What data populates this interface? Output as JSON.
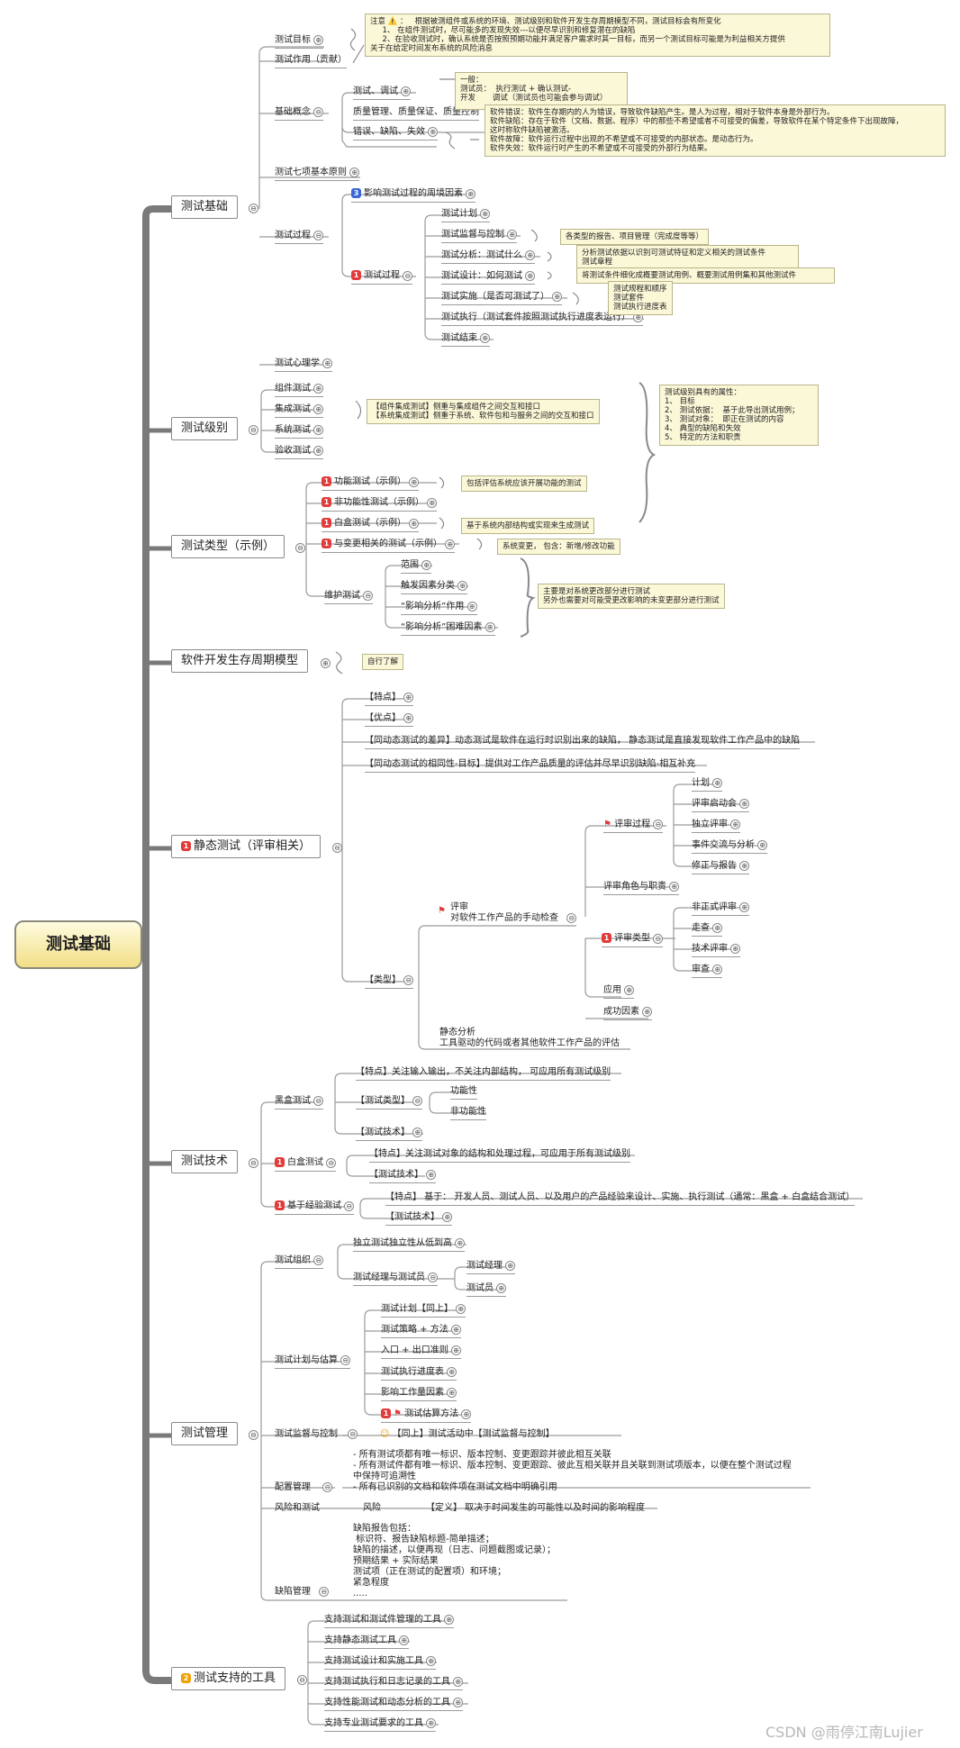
{
  "root": "测试基础",
  "icons": {
    "collapse": "⊖",
    "expand": "⊕"
  },
  "colors": {
    "trunk": "#7a7a7a",
    "note_bg": "#fbf8d8",
    "priority_red": "#e23b3b",
    "priority_blue": "#3a66d6",
    "priority_orange": "#f0a000"
  },
  "b1": {
    "title": "测试基础",
    "goal": "测试目标",
    "role": "测试作用（贡献）",
    "note_goal": "注意 ⚠️ ：   根据被测组件或系统的环境、测试级别和软件开发生存周期模型不同，测试目标会有所变化\n     1、 在组件测试时，尽可能多的发现失效---以便尽早识别和修复潜在的缺陷\n     2、在验收测试时，确认系统是否按照预期功能并满足客户需求时其一目标，而另一个测试目标可能是为利益相关方提供\n关于在给定时间发布系统的风险消息",
    "concept": "基础概念",
    "c1": "测试、调试",
    "c2": "质量管理、质量保证、质量控制",
    "c3": "错误、缺陷、失效",
    "note_debug": "一般：\n测试员：  执行测试 + 确认测试-\n开发       调试（测试员也可能会参与调试）",
    "note_err": "软件错误：软件生存期内的人为错误，导致软件缺陷产生。是人为过程，相对于软件本身是外部行为。\n软件缺陷：存在于软件（文档、数据、程序）中的那些不希望或者不可接受的偏差，导致软件在某个特定条件下出现故障，\n这时称软件缺陷被激活。\n软件故障：软件运行过程中出现的不希望或不可接受的内部状态。是动态行为。\n软件失效：软件运行时产生的不希望或不可接受的外部行为结果。",
    "seven": "测试七项基本原则",
    "process": "测试过程",
    "factor": "影响测试过程的周境因素",
    "proc2": "测试过程",
    "p1": "测试计划",
    "p2": "测试监督与控制",
    "p3": "测试分析：测试什么",
    "p4": "测试设计：如何测试",
    "p5": "测试实施（是否可测试了）",
    "p6": "测试执行（测试套件按照测试执行进度表运行）",
    "p7": "测试结束",
    "note_p2": "各类型的报告、项目管理（完成度等等）",
    "note_p3": "分析测试依据以识别可测试特征和定义相关的测试条件\n测试章程",
    "note_p4": "将测试条件细化成概要测试用例、概要测试用例集和其他测试件",
    "note_p5": "测试规程和顺序\n测试套件\n测试执行进度表",
    "psych": "测试心理学"
  },
  "b2": {
    "title": "测试级别",
    "items": [
      "组件测试",
      "集成测试",
      "系统测试",
      "验收测试"
    ],
    "note_int": "【组件集成测试】侧重与集成组件之间交互和接口\n【系统集成测试】侧重于系统、软件包和与服务之间的交互和接口",
    "note_attr": "测试级别具有的属性：\n1、 目标\n2、 测试依据：  基于此导出测试用例；\n3、 测试对象：  即正在测试的内容\n4、 典型的缺陷和失效\n5、 特定的方法和职责"
  },
  "b3": {
    "title": "测试类型（示例）",
    "t1": "功能测试（示例）",
    "t2": "非功能性测试（示例）",
    "t3": "白盒测试（示例）",
    "t4": "与变更相关的测试（示例）",
    "note_t1": "包括评估系统应该开展功能的测试",
    "note_t3": "基于系统内部结构或实现来生成测试",
    "note_t4": "系统变更， 包含：新增/修改功能",
    "maint": "维护测试",
    "m1": "范围",
    "m2": "触发因素分类",
    "m3": "“影响分析”作用",
    "m4": "“影响分析”困难因素",
    "note_maint": "主要是对系统更改部分进行测试\n另外也需要对可能受更改影响的未变更部分进行测试"
  },
  "b4": {
    "title": "软件开发生存周期模型",
    "note": "自行了解"
  },
  "b5": {
    "title": "静态测试（评审相关）",
    "s1": "【特点】",
    "s2": "【优点】",
    "s3": "【同动态测试的差异】动态测试是软件在运行时识别出来的缺陷， 静态测试是直接发现软件工作产品中的缺陷",
    "s4": "【同动态测试的相同性-目标】提供对工作产品质量的评估并尽早识别缺陷-相互补充",
    "types": "【类型】",
    "review": "评审\n对软件工作产品的手动检查",
    "rp": "评审过程",
    "rp_items": [
      "计划",
      "评审启动会",
      "独立评审",
      "事件交流与分析",
      "修正与报告"
    ],
    "roles": "评审角色与职责",
    "rt": "评审类型",
    "rt_items": [
      "非正式评审",
      "走查",
      "技术评审",
      "审查"
    ],
    "apply": "应用",
    "success": "成功因素",
    "static": "静态分析\n工具驱动的代码或者其他软件工作产品的评估"
  },
  "b6": {
    "title": "测试技术",
    "black": "黑盒测试",
    "black_feat": "【特点】关注输入输出，不关注内部结构， 可应用所有测试级别",
    "black_type": "【测试类型】",
    "func": "功能性",
    "nonfunc": "非功能性",
    "tech": "【测试技术】",
    "white": "白盒测试",
    "white_feat": "【特点】关注测试对象的结构和处理过程，可应用于所有测试级别",
    "exp": "基于经验测试",
    "exp_feat": "【特点】 基于： 开发人员、测试人员、以及用户的产品经验来设计、实施、执行测试（通常：黑盒 + 白盒结合测试）"
  },
  "b7": {
    "title": "测试管理",
    "org": "测试组织",
    "org1": "独立测试独立性从低到高",
    "org2": "测试经理与测试员",
    "mgr": "测试经理",
    "tester": "测试员",
    "plan": "测试计划与估算",
    "plan_items": [
      "测试计划【同上】",
      "测试策略 + 方法",
      "入口 + 出口准则",
      "测试执行进度表",
      "影响工作量因素",
      "测试估算方法"
    ],
    "monitor": "测试监督与控制",
    "monitor_note": "【同上】测试活动中【测试监督与控制】",
    "config": "配置管理",
    "config_text": "- 所有测试项都有唯一标识、版本控制、变更跟踪并彼此相互关联\n- 所有测试件都有唯一标识、版本控制、变更跟踪、彼此互相关联并且关联到测试项版本，以便在整个测试过程\n中保持可追溯性\n- 所有已识别的文档和软件项在测试文档中明确引用",
    "risk": "风险和测试",
    "risk2": "风险",
    "risk_def": "【定义】 取决于时间发生的可能性以及时间的影响程度",
    "defect": "缺陷管理",
    "defect_text": "缺陷报告包括：\n 标识符、报告缺陷标题-简单描述；\n缺陷的描述，以便再现（日志、问题截图或记录）；\n预期结果 + 实际结果\n测试项（正在测试的配置项）和环境；\n紧急程度\n....."
  },
  "b8": {
    "title": "测试支持的工具",
    "items": [
      "支持测试和测试件管理的工具",
      "支持静态测试工具",
      "支持测试设计和实施工具",
      "支持测试执行和日志记录的工具",
      "支持性能测试和动态分析的工具",
      "支持专业测试要求的工具"
    ]
  },
  "watermark": "CSDN @雨停江南Lujier"
}
